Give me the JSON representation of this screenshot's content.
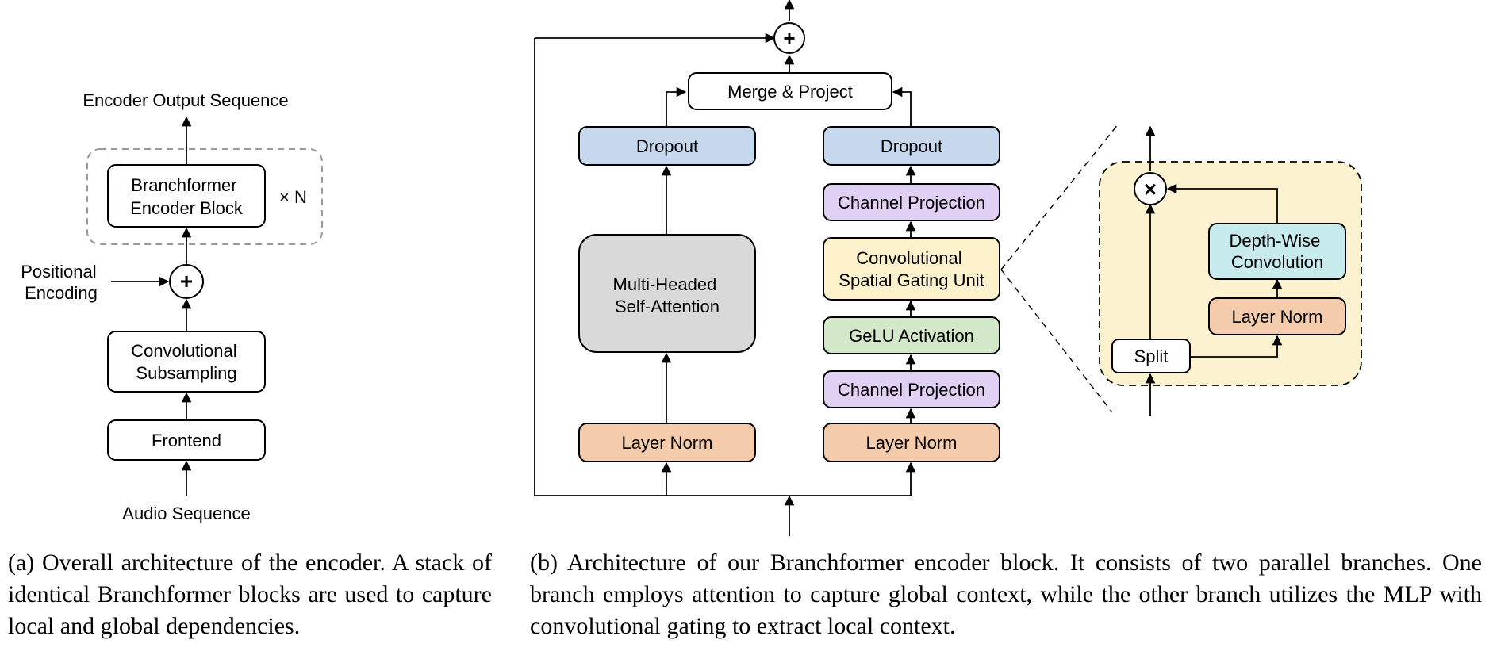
{
  "colors": {
    "white": "#ffffff",
    "dropout": "#c6d8ee",
    "attention": "#d9d9d9",
    "layer_norm": "#f4ccac",
    "channel_projection": "#e0d0f3",
    "csgu": "#fdf2cc",
    "gelu": "#d3e8c8",
    "depthwise_conv": "#c8ebed",
    "detail_panel": "#fcf2d0",
    "stroke": "#000000",
    "dashed": "#999999"
  },
  "encoder": {
    "output_label": "Encoder Output Sequence",
    "block_label": [
      "Branchformer",
      "Encoder Block"
    ],
    "repeat_label": "× N",
    "positional_label": [
      "Positional",
      "Encoding"
    ],
    "subsampling_label": [
      "Convolutional",
      "Subsampling"
    ],
    "frontend_label": "Frontend",
    "input_label": "Audio Sequence"
  },
  "block": {
    "merge_label": "Merge & Project",
    "left": {
      "dropout_label": "Dropout",
      "attention_label": [
        "Multi-Headed",
        "Self-Attention"
      ],
      "layer_norm_label": "Layer Norm"
    },
    "right": {
      "dropout_label": "Dropout",
      "channel_proj_top_label": "Channel Projection",
      "csgu_label": [
        "Convolutional",
        "Spatial Gating Unit"
      ],
      "gelu_label": "GeLU Activation",
      "channel_proj_bottom_label": "Channel Projection",
      "layer_norm_label": "Layer Norm"
    }
  },
  "detail": {
    "depthwise_label": [
      "Depth-Wise",
      "Convolution"
    ],
    "layer_norm_label": "Layer Norm",
    "split_label": "Split"
  },
  "captions": {
    "a": "(a) Overall architecture of the encoder. A stack of identical Branchformer blocks are used to capture local and global dependencies.",
    "b": "(b) Architecture of our Branchformer encoder block. It consists of two parallel branches. One branch employs attention to capture global context, while the other branch utilizes the MLP with convolutional gating to extract local context."
  }
}
